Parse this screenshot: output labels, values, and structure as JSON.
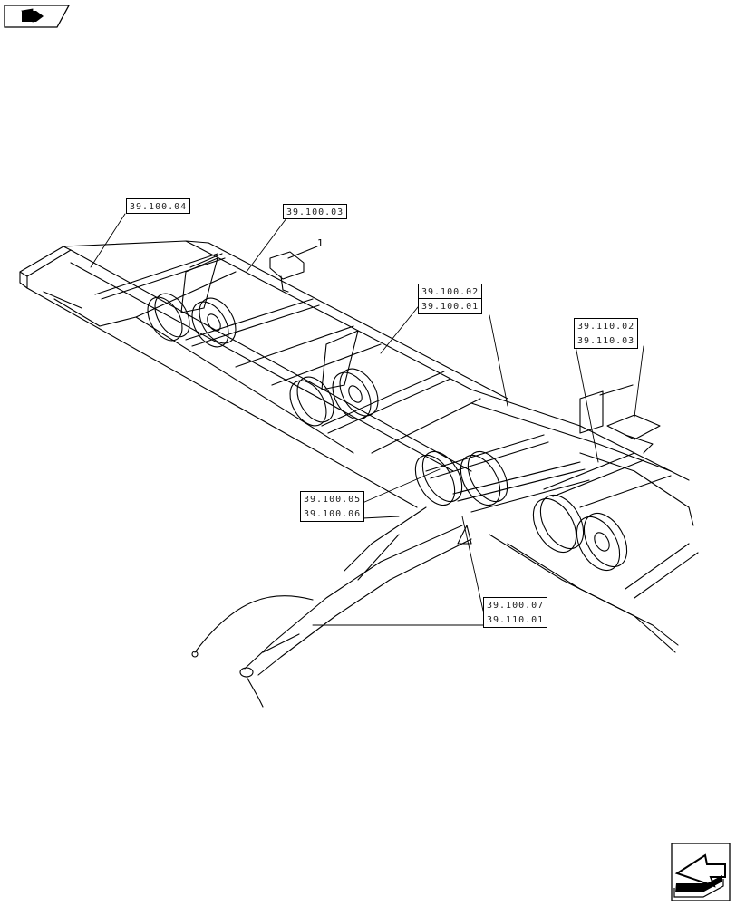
{
  "part_number": "1",
  "callouts": {
    "c1": "39.100.04",
    "c2": "39.100.03",
    "c3": "39.100.02",
    "c4": "39.100.01",
    "c5": "39.110.02",
    "c6": "39.110.03",
    "c7": "39.100.05",
    "c8": "39.100.06",
    "c9": "39.100.07",
    "c10": "39.110.01"
  },
  "icons": {
    "top_left": "book-with-arrow-icon",
    "bottom_right": "next-page-arrow-icon"
  },
  "colors": {
    "ink": "#000000",
    "background": "#ffffff"
  }
}
